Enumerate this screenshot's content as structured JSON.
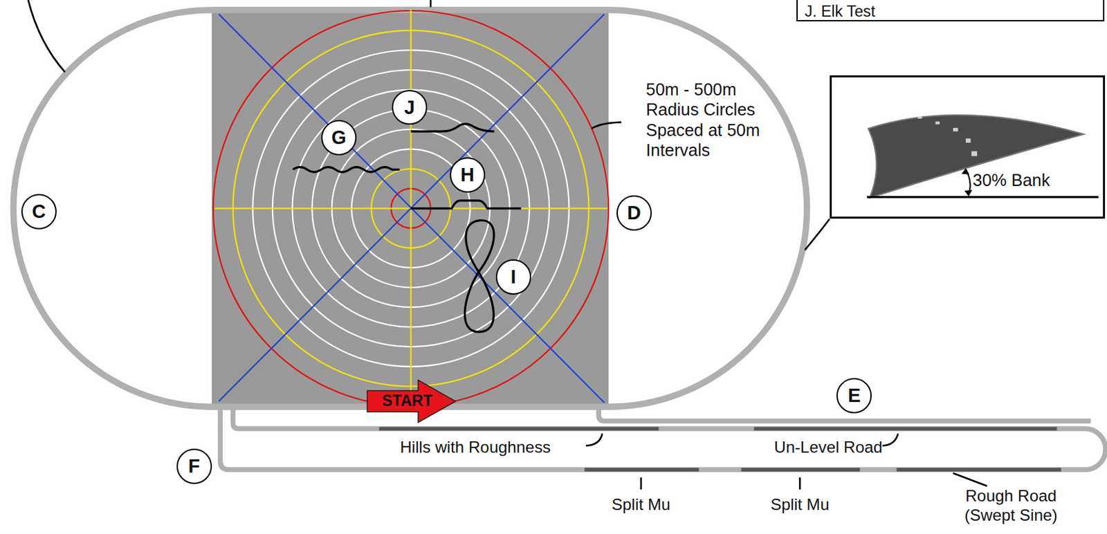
{
  "diagram": {
    "nodes": [
      {
        "text": [
          "J. Elk Test"
        ]
      },
      {
        "text": [
          "J"
        ]
      },
      {
        "text": [
          "G"
        ]
      },
      {
        "text": [
          "H"
        ]
      },
      {
        "text": [
          "C"
        ]
      },
      {
        "text": [
          "D"
        ]
      },
      {
        "text": [
          "30% Bank"
        ]
      },
      {
        "text": [
          "I"
        ]
      },
      {
        "text": [
          "START"
        ]
      },
      {
        "text": [
          "E"
        ]
      },
      {
        "text": [
          "F"
        ]
      }
    ],
    "labels": [
      "50m - 500m Radius Circles Spaced at 50m Intervals",
      "Hills with Roughness",
      "Un-Level Road",
      "Split Mu",
      "Split Mu",
      "Rough Road (Swept Sine)"
    ]
  }
}
